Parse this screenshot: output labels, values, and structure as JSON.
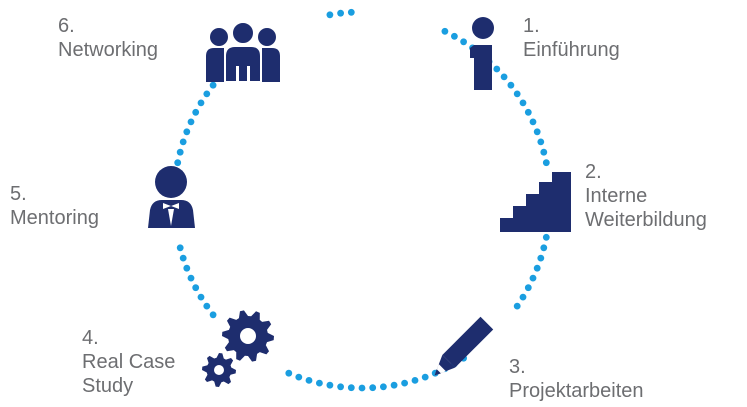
{
  "colors": {
    "dots": "#1a9ee0",
    "icon": "#1e2d6e",
    "text": "#6d6e71"
  },
  "steps": [
    {
      "number": "1.",
      "lines": [
        "Einführung"
      ],
      "icon": "info-person-icon"
    },
    {
      "number": "2.",
      "lines": [
        "Interne",
        "Weiterbildung"
      ],
      "icon": "stairs-icon"
    },
    {
      "number": "3.",
      "lines": [
        "Projektarbeiten"
      ],
      "icon": "pencil-icon"
    },
    {
      "number": "4.",
      "lines": [
        "Real Case",
        "Study"
      ],
      "icon": "gears-icon"
    },
    {
      "number": "5.",
      "lines": [
        "Mentoring"
      ],
      "icon": "mentor-person-icon"
    },
    {
      "number": "6.",
      "lines": [
        "Networking"
      ],
      "icon": "group-people-icon"
    }
  ]
}
